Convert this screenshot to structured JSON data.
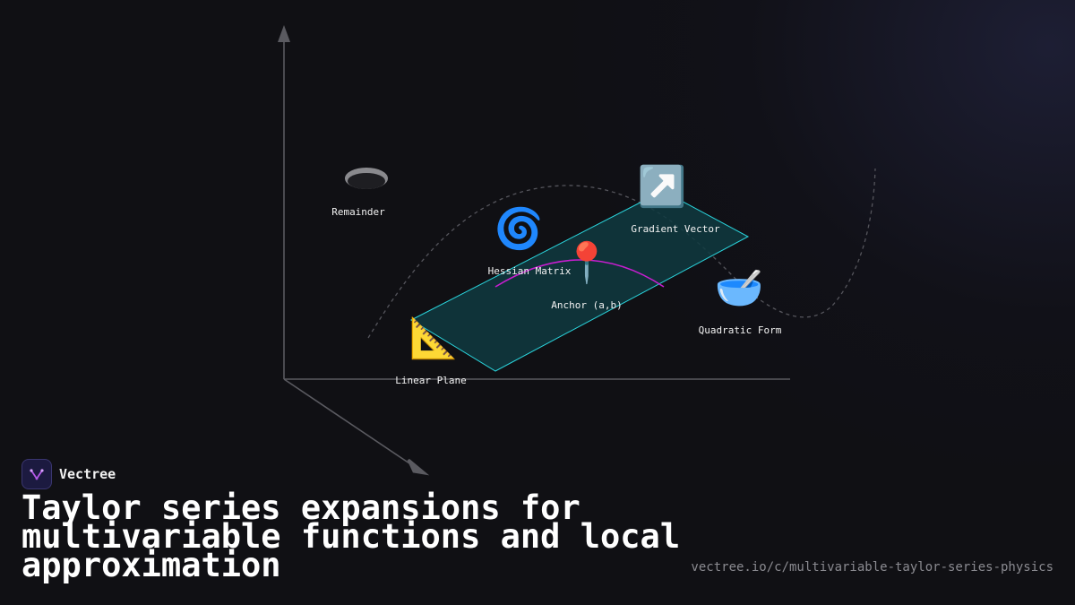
{
  "diagram": {
    "nodes": [
      {
        "id": "remainder",
        "label": "Remainder",
        "icon": "hole-icon"
      },
      {
        "id": "gradient",
        "label": "Gradient Vector",
        "icon": "up-right-arrow-icon",
        "glyph": "↗️"
      },
      {
        "id": "hessian",
        "label": "Hessian Matrix",
        "icon": "cyclone-icon",
        "glyph": "🌀"
      },
      {
        "id": "anchor",
        "label": "Anchor (a,b)",
        "icon": "round-pushpin-icon",
        "glyph": "📍"
      },
      {
        "id": "quadratic",
        "label": "Quadratic Form",
        "icon": "bowl-with-spoon-icon",
        "glyph": "🥣"
      },
      {
        "id": "linear",
        "label": "Linear Plane",
        "icon": "triangular-ruler-icon",
        "glyph": "📐"
      }
    ],
    "colors": {
      "plane_fill": "#0f3a40",
      "plane_stroke": "#2ad4dc",
      "arc": "#c81ed0",
      "axes": "#5a5a60",
      "dashed_curve": "#55555c"
    }
  },
  "brand": {
    "name": "Vectree"
  },
  "title": "Taylor series expansions for multivariable functions and local approximation",
  "url": "vectree.io/c/multivariable-taylor-series-physics"
}
